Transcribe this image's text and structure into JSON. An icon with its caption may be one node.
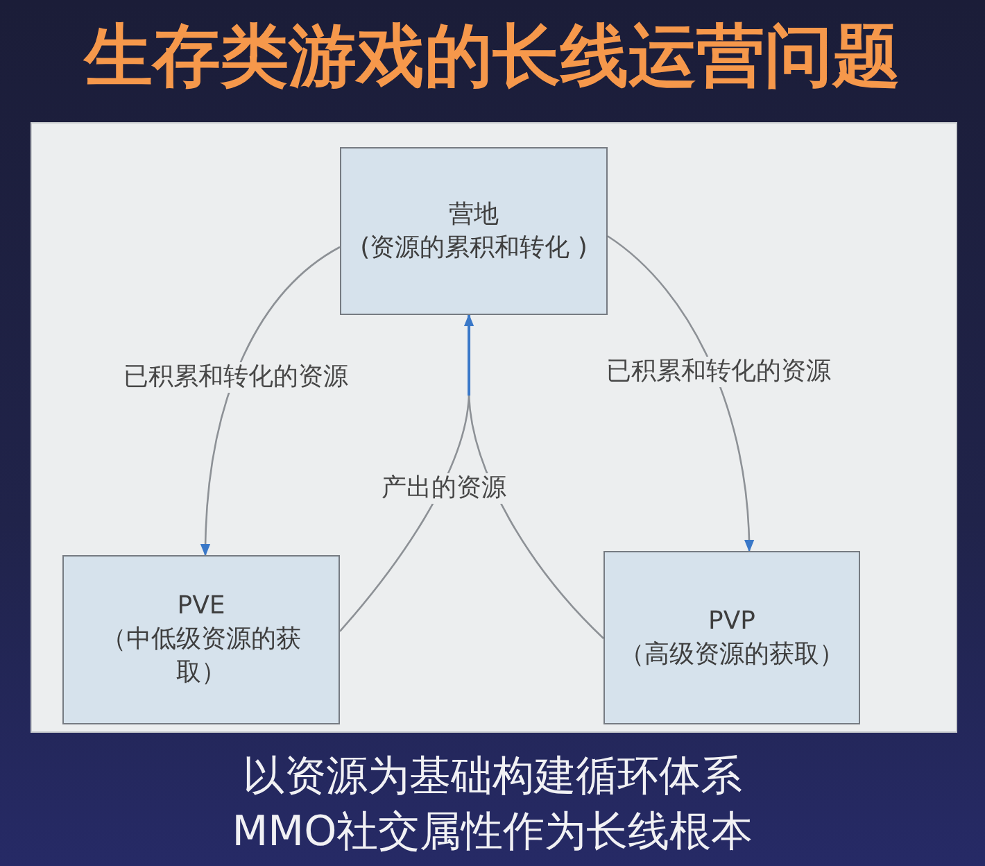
{
  "diagram": {
    "title": "生存类游戏的长线运营问题",
    "nodes": [
      {
        "text": [
          "营地",
          "(资源的累积和转化 )"
        ]
      },
      {
        "text": [
          "PVE",
          "（中低级资源的获取）"
        ]
      },
      {
        "text": [
          "PVP",
          "（高级资源的获取）"
        ]
      }
    ],
    "edges": [
      {
        "from": 0,
        "to": 1,
        "arrow": "to",
        "label": "已积累和转化的资源"
      },
      {
        "from": 0,
        "to": 2,
        "arrow": "to",
        "label": "已积累和转化的资源"
      },
      {
        "from": 1,
        "to": 0,
        "arrow": "to",
        "label": "产出的资源"
      },
      {
        "from": 2,
        "to": 0,
        "arrow": "to"
      }
    ],
    "labels": [
      "以资源为基础构建循环体系",
      "MMO社交属性作为长线根本"
    ]
  }
}
